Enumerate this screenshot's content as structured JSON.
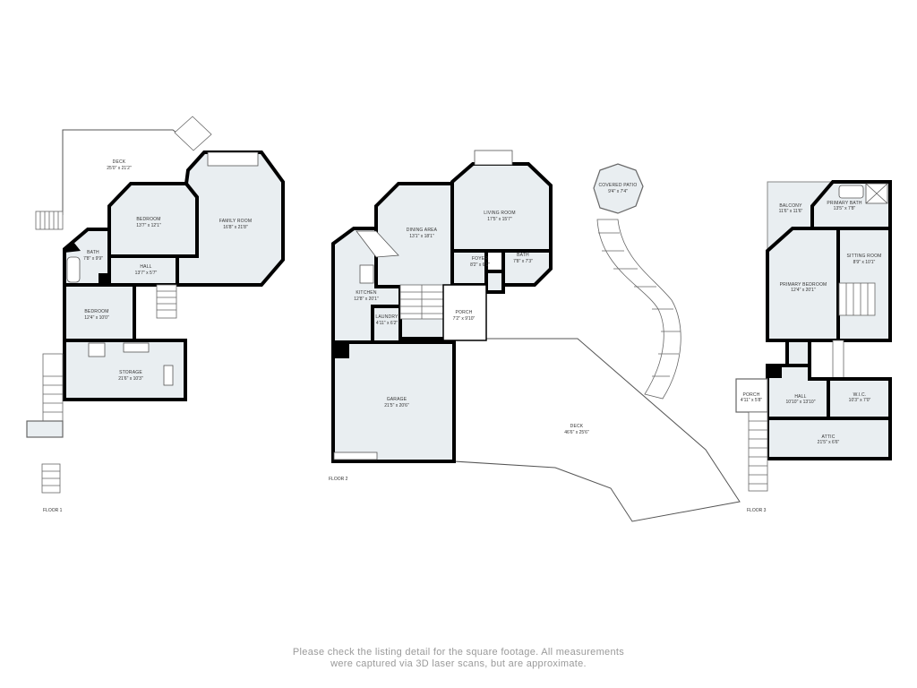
{
  "floors": [
    {
      "label": "FLOOR 1",
      "rooms": [
        {
          "name": "DECK",
          "dims": "25'0\" x 21'2\""
        },
        {
          "name": "BEDROOM",
          "dims": "13'7\" x 12'1\""
        },
        {
          "name": "FAMILY ROOM",
          "dims": "16'8\" x 21'8\""
        },
        {
          "name": "BATH",
          "dims": "7'8\" x 9'9\""
        },
        {
          "name": "HALL",
          "dims": "13'7\" x 5'7\""
        },
        {
          "name": "BEDROOM",
          "dims": "12'4\" x 10'0\""
        },
        {
          "name": "STORAGE",
          "dims": "21'6\" x 10'3\""
        }
      ]
    },
    {
      "label": "FLOOR 2",
      "rooms": [
        {
          "name": "DINING AREA",
          "dims": "13'1\" x 18'1\""
        },
        {
          "name": "LIVING ROOM",
          "dims": "17'5\" x 15'7\""
        },
        {
          "name": "FOYER",
          "dims": "8'2\" x 6'1\""
        },
        {
          "name": "BATH",
          "dims": "7'8\" x 7'3\""
        },
        {
          "name": "KITCHEN",
          "dims": "12'8\" x 20'1\""
        },
        {
          "name": "LAUNDRY",
          "dims": "4'11\" x 6'2\""
        },
        {
          "name": "PORCH",
          "dims": "7'2\" x 9'10\""
        },
        {
          "name": "GARAGE",
          "dims": "21'5\" x 20'6\""
        },
        {
          "name": "DECK",
          "dims": "46'6\" x 25'6\""
        },
        {
          "name": "COVERED PATIO",
          "dims": "9'4\" x 7'4\""
        }
      ]
    },
    {
      "label": "FLOOR 3",
      "rooms": [
        {
          "name": "BALCONY",
          "dims": "11'6\" x 11'6\""
        },
        {
          "name": "PRIMARY BATH",
          "dims": "13'5\" x 7'8\""
        },
        {
          "name": "SITTING ROOM",
          "dims": "8'9\" x 10'1\""
        },
        {
          "name": "PRIMARY BEDROOM",
          "dims": "12'4\" x 20'1\""
        },
        {
          "name": "PORCH",
          "dims": "4'11\" x 5'8\""
        },
        {
          "name": "HALL",
          "dims": "10'10\" x 13'10\""
        },
        {
          "name": "W.I.C.",
          "dims": "10'3\" x 7'0\""
        },
        {
          "name": "ATTIC",
          "dims": "21'5\" x 6'6\""
        }
      ]
    }
  ],
  "footer": {
    "line1": "Please check the listing detail for the square footage. All measurements",
    "line2": "were captured via 3D laser scans, but are approximate."
  }
}
